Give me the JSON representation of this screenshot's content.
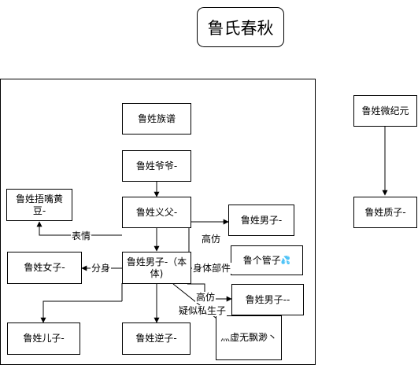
{
  "title": "鲁氏春秋",
  "nodes": {
    "zupu": "鲁姓族谱",
    "yeye": "鲁姓爷爷-",
    "yifu": "鲁姓义父-",
    "benti": "鲁姓男子-（本体)",
    "wuzui": "鲁姓捂嘴黄豆-",
    "nvzi": "鲁姓女子-",
    "erzi": "鲁姓儿子-",
    "nizi": "鲁姓逆子-",
    "nanzi1": "鲁姓男子-",
    "guanzi": "鲁个管子",
    "guanzi_emoji": "💦",
    "nanzi2": "鲁姓男子--",
    "xuwu": "灬虚无飘渺丶",
    "weijiyuan": "鲁姓微纪元",
    "zhizi": "鲁姓质子-"
  },
  "edge_labels": {
    "biaoqing": "表情",
    "fenshen": "分身",
    "gaofang1": "高仿",
    "shentibujian": "身体部件",
    "gaofang2": "高仿",
    "yisisishengzi": "疑似私生子"
  }
}
